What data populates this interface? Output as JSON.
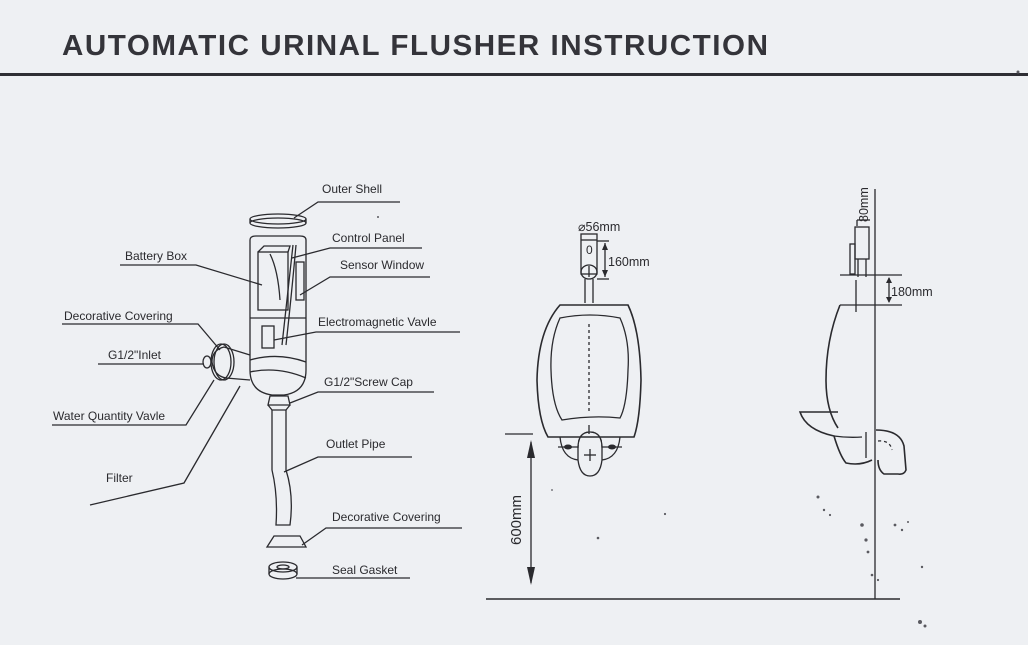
{
  "title": "AUTOMATIC URINAL FLUSHER INSTRUCTION",
  "parts_diagram": {
    "labels": {
      "outer_shell": "Outer Shell",
      "control_panel": "Control Panel",
      "battery_box": "Battery Box",
      "sensor_window": "Sensor Window",
      "decorative_covering_top": "Decorative Covering",
      "electromagnetic_valve": "Electromagnetic Vavle",
      "inlet": "G1/2\"Inlet",
      "screw_cap": "G1/2\"Screw Cap",
      "water_quantity_valve": "Water Quantity Vavle",
      "outlet_pipe": "Outlet Pipe",
      "filter": "Filter",
      "decorative_covering_bottom": "Decorative Covering",
      "seal_gasket": "Seal Gasket"
    }
  },
  "front_view": {
    "diameter": "⌀56mm",
    "unit_height": "160mm",
    "mount_height": "600mm"
  },
  "side_view": {
    "unit_depth": "80mm",
    "gap_height": "180mm"
  }
}
